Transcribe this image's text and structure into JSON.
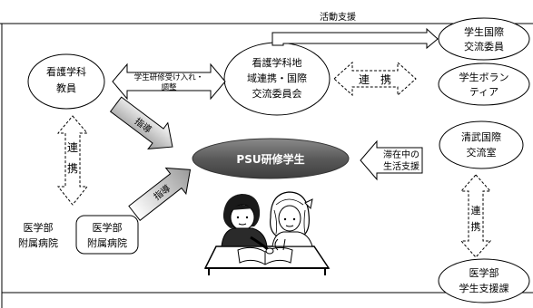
{
  "nodes": {
    "kango_kyoin": [
      "看護学科",
      "教員"
    ],
    "kango_iinkai": [
      "看護学科地",
      "域連携・国際",
      "交流委員会"
    ],
    "gakusei_kokusai": [
      "学生国際",
      "交流委員"
    ],
    "gakusei_volunteer": [
      "学生ボラン",
      "ティア"
    ],
    "seibu_kokusai": [
      "清武国際",
      "交流室"
    ],
    "psu_student": "PSU研修学生",
    "fuzoku_byoin_box": [
      "医学部",
      "附属病院"
    ],
    "fuzoku_byoin_label": [
      "医学部",
      "附属病院"
    ],
    "gakusei_shien": [
      "医学部",
      "学生支援課"
    ]
  },
  "labels": {
    "katsudo_shien": "活動支援",
    "ukeire_chosei": [
      "学生研修受け入れ・",
      "調整"
    ],
    "renkei_horizontal": "連　携",
    "renkei_vertical_left": [
      "連",
      "携"
    ],
    "renkei_vertical_right": [
      "連",
      "携"
    ],
    "taizai_shien": [
      "滞在中の",
      "生活支援"
    ],
    "shido_upper": "指導",
    "shido_lower": "指導"
  }
}
